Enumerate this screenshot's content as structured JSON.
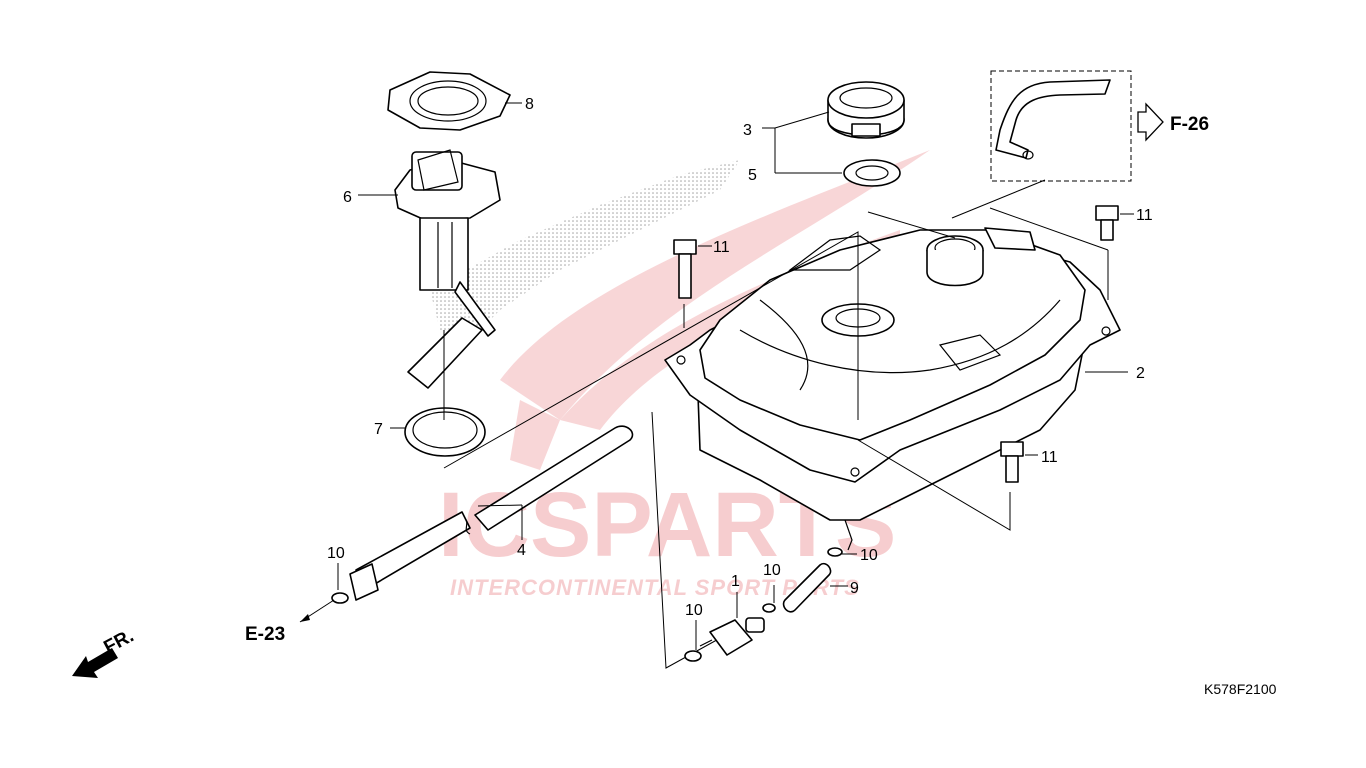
{
  "diagram": {
    "callouts": {
      "c1": "1",
      "c2": "2",
      "c3": "3",
      "c4": "4",
      "c5": "5",
      "c6": "6",
      "c7": "7",
      "c8": "8",
      "c9": "9",
      "c10a": "10",
      "c10b": "10",
      "c10c": "10",
      "c10d": "10",
      "c11a": "11",
      "c11b": "11",
      "c11c": "11"
    },
    "references": {
      "f26": "F-26",
      "e23": "E-23",
      "fr": "FR."
    },
    "drawing_code": "K578F2100"
  },
  "watermark": {
    "brand": "ICSPARTS",
    "tagline": "INTERCONTINENTAL SPORT PARTS",
    "colors": {
      "red": "#d9212a",
      "grey": "#9a9a9a"
    }
  }
}
